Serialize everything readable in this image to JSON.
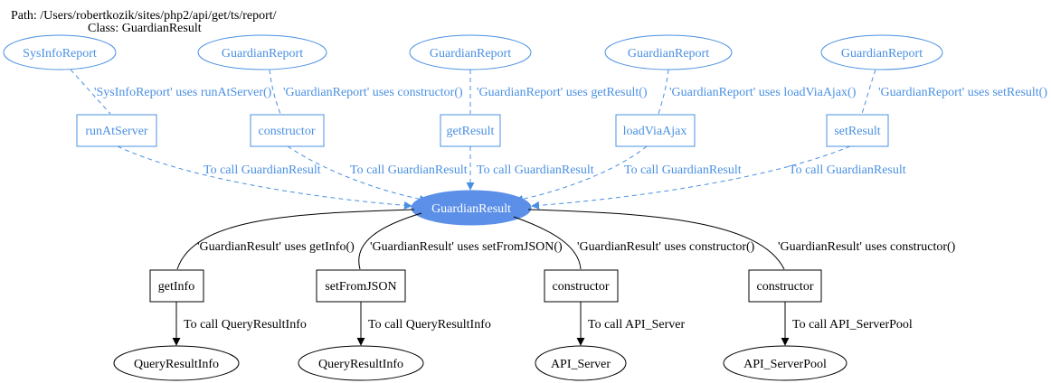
{
  "header": {
    "path": "Path: /Users/robertkozik/sites/php2/api/get/ts/report/",
    "class_name": "Class: GuardianResult"
  },
  "colors": {
    "blue": "#4a90e2",
    "black": "#000000",
    "center_fill": "#5b8fe8"
  },
  "center": {
    "label": "GuardianResult"
  },
  "callers": [
    {
      "name": "SysInfoReport",
      "method": "runAtServer",
      "uses_label": "'SysInfoReport' uses runAtServer()",
      "call_label": "To call GuardianResult"
    },
    {
      "name": "GuardianReport",
      "method": "constructor",
      "uses_label": "'GuardianReport' uses constructor()",
      "call_label": "To call GuardianResult"
    },
    {
      "name": "GuardianReport",
      "method": "getResult",
      "uses_label": "'GuardianReport' uses getResult()",
      "call_label": "To call GuardianResult"
    },
    {
      "name": "GuardianReport",
      "method": "loadViaAjax",
      "uses_label": "'GuardianReport' uses loadViaAjax()",
      "call_label": "To call GuardianResult"
    },
    {
      "name": "GuardianReport",
      "method": "setResult",
      "uses_label": "'GuardianReport' uses setResult()",
      "call_label": "To call GuardianResult"
    }
  ],
  "callees": [
    {
      "method": "getInfo",
      "uses_label": "'GuardianResult' uses getInfo()",
      "call_label": "To call QueryResultInfo",
      "target": "QueryResultInfo"
    },
    {
      "method": "setFromJSON",
      "uses_label": "'GuardianResult' uses setFromJSON()",
      "call_label": "To call QueryResultInfo",
      "target": "QueryResultInfo"
    },
    {
      "method": "constructor",
      "uses_label": "'GuardianResult' uses constructor()",
      "call_label": "To call API_Server",
      "target": "API_Server"
    },
    {
      "method": "constructor",
      "uses_label": "'GuardianResult' uses constructor()",
      "call_label": "To call API_ServerPool",
      "target": "API_ServerPool"
    }
  ]
}
